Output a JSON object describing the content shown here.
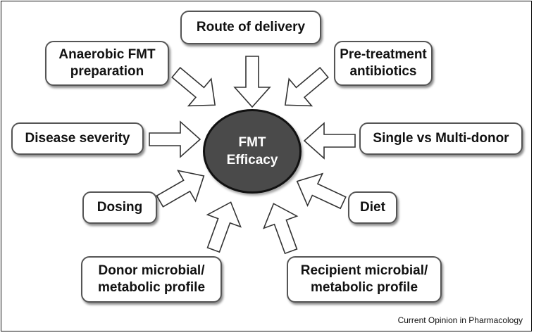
{
  "center": {
    "line1": "FMT",
    "line2": "Efficacy"
  },
  "factors": {
    "route": "Route of delivery",
    "anaerobic_1": "Anaerobic FMT",
    "anaerobic_2": "preparation",
    "pretreatment_1": "Pre-treatment",
    "pretreatment_2": "antibiotics",
    "disease": "Disease severity",
    "donor_count": "Single vs Multi-donor",
    "dosing": "Dosing",
    "diet": "Diet",
    "donor_profile_1": "Donor microbial/",
    "donor_profile_2": "metabolic profile",
    "recipient_profile_1": "Recipient microbial/",
    "recipient_profile_2": "metabolic profile"
  },
  "credit": "Current Opinion in Pharmacology"
}
